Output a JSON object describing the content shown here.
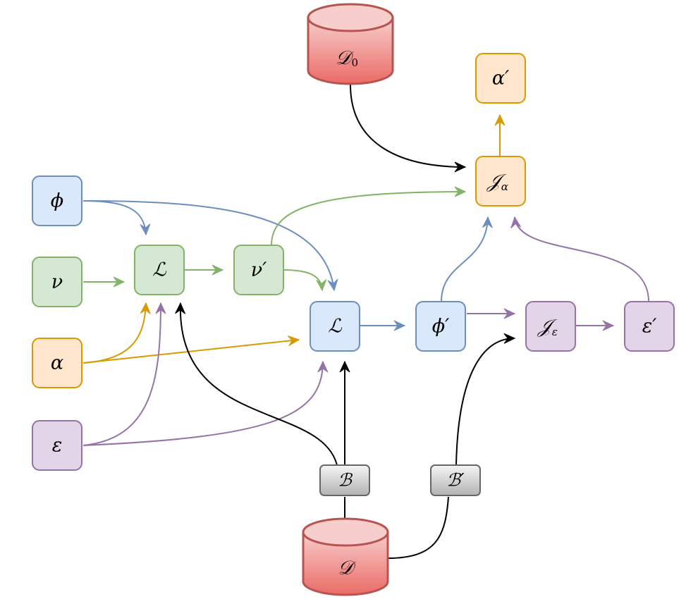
{
  "colors": {
    "blue": {
      "fill": "#dae8fc",
      "stroke": "#6c8ebf"
    },
    "green": {
      "fill": "#d5e8d4",
      "stroke": "#82b366"
    },
    "orange": {
      "fill": "#ffe6cc",
      "stroke": "#d79b00"
    },
    "purple": {
      "fill": "#e1d5e7",
      "stroke": "#9673a6"
    },
    "red_top": "#f8cecc",
    "red_bottom": "#ea6b66",
    "red_stroke": "#b85450",
    "gray_top": "#f5f5f5",
    "gray_bottom": "#b3b3b3",
    "gray_stroke": "#666666",
    "black": "#000000"
  },
  "nodes": {
    "phi": "ϕ",
    "nu": "ν",
    "alpha": "α",
    "epsilon": "ε",
    "loss_1": "ℒ",
    "nu_prime": "ν′",
    "loss_2": "ℒ",
    "phi_prime": "ϕ′",
    "j_alpha": {
      "main": "𝒥",
      "sub": "α"
    },
    "alpha_prime": "α′",
    "j_epsilon": {
      "main": "𝒥",
      "sub": "ε"
    },
    "epsilon_prime": "ε′"
  },
  "databases": {
    "d0": {
      "main": "𝒟",
      "sub": "0"
    },
    "d": {
      "main": "𝒟"
    }
  },
  "batches": {
    "b": "ℬ",
    "b_prime": "ℬ′"
  }
}
